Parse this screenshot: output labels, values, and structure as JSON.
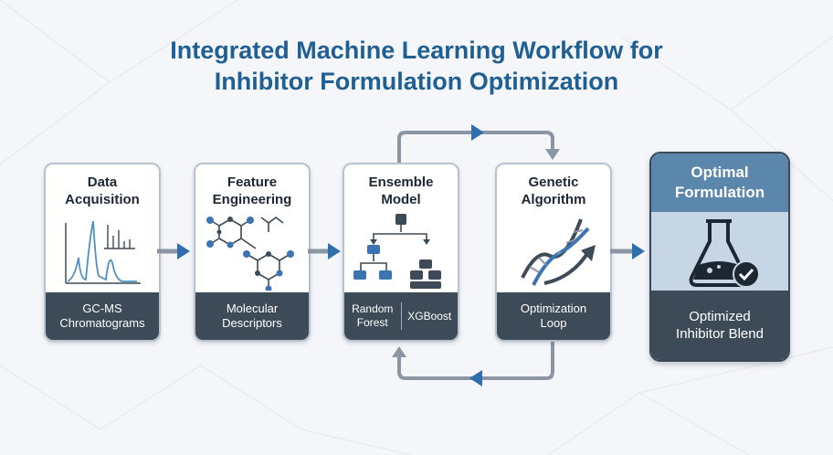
{
  "title": {
    "line1": "Integrated Machine Learning Workflow for",
    "line2": "Inhibitor Formulation Optimization"
  },
  "steps": [
    {
      "title_line1": "Data",
      "title_line2": "Acquisition",
      "footer_line1": "GC-MS",
      "footer_line2": "Chromatograms",
      "icon": "chromatogram-icon"
    },
    {
      "title_line1": "Feature",
      "title_line2": "Engineering",
      "footer_line1": "Molecular",
      "footer_line2": "Descriptors",
      "icon": "molecule-icon"
    },
    {
      "title_line1": "Ensemble",
      "title_line2": "Model",
      "footer_left_line1": "Random",
      "footer_left_line2": "Forest",
      "footer_right": "XGBoost",
      "icon": "decision-tree-icon"
    },
    {
      "title_line1": "Genetic",
      "title_line2": "Algorithm",
      "footer_line1": "Optimization",
      "footer_line2": "Loop",
      "icon": "dna-helix-icon"
    },
    {
      "title_line1": "Optimal",
      "title_line2": "Formulation",
      "footer_line1": "Optimized",
      "footer_line2": "Inhibitor Blend",
      "icon": "flask-check-icon"
    }
  ],
  "colors": {
    "title": "#1f5f93",
    "footer_dark": "#3d4a57",
    "accent_blue": "#2f6fb0",
    "arrow_gray": "#8a96a3"
  }
}
